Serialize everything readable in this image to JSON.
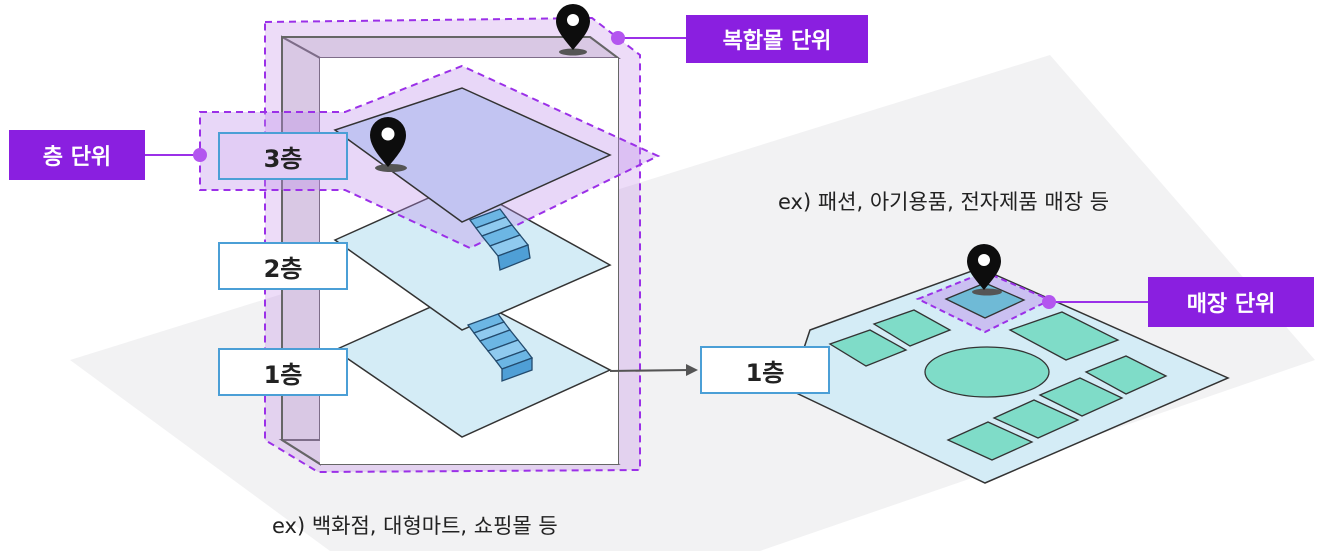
{
  "tags": {
    "complex": "복합몰 단위",
    "floor": "층 단위",
    "store": "매장 단위"
  },
  "floors": {
    "f3": "3층",
    "f2": "2층",
    "f1": "1층",
    "detail": "1층"
  },
  "captions": {
    "store_examples": "ex) 패션, 아기용품, 전자제품 매장 등",
    "mall_examples": "ex) 백화점, 대형마트, 쇼핑몰 등"
  },
  "colors": {
    "accent_purple": "#8a1fe0",
    "dashed_outline": "#9b30e8",
    "label_border": "#4b9fd6",
    "floor_fill": "#d4ecf6",
    "floor3_fill": "#c2c4f2",
    "store_fill": "#7fdcc8",
    "ground_fill": "#f2f2f3"
  }
}
